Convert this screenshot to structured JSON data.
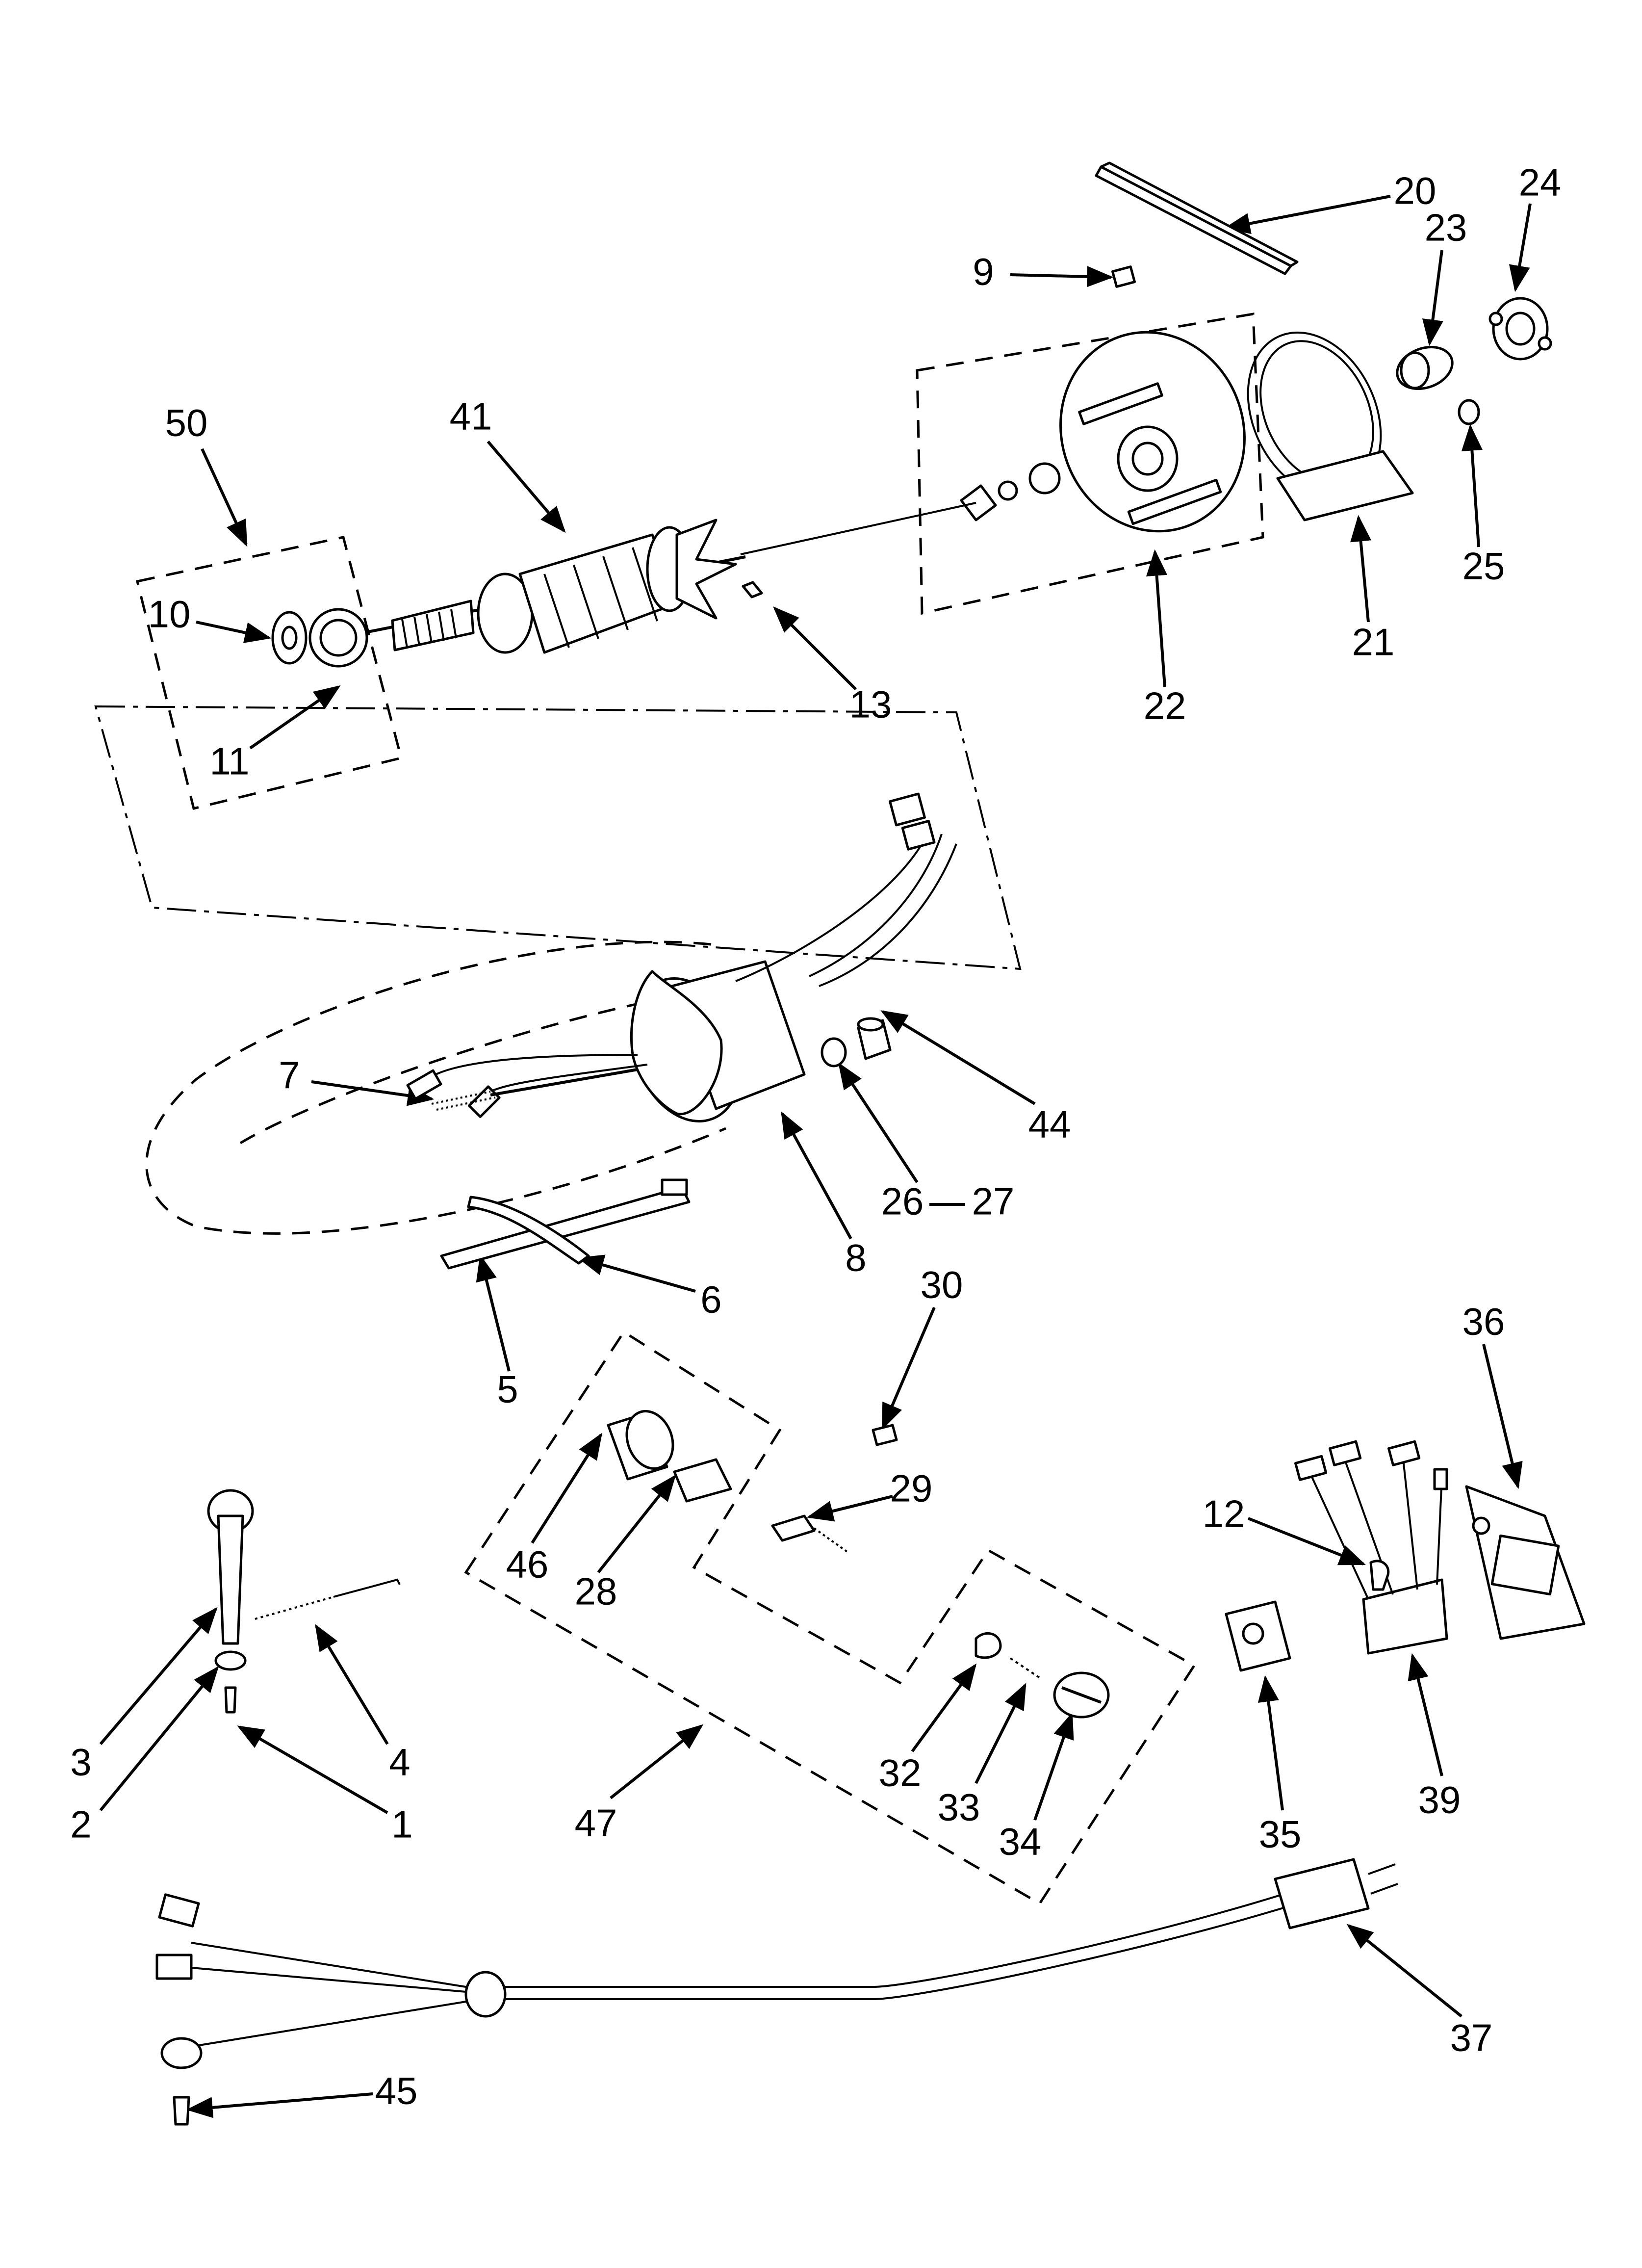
{
  "callouts": {
    "c1": "1",
    "c2": "2",
    "c3": "3",
    "c4": "4",
    "c5": "5",
    "c6": "6",
    "c7": "7",
    "c8": "8",
    "c9": "9",
    "c10": "10",
    "c11": "11",
    "c12": "12",
    "c13": "13",
    "c20": "20",
    "c21": "21",
    "c22": "22",
    "c23": "23",
    "c24": "24",
    "c25": "25",
    "c26_27": "26",
    "c26_27b": "27",
    "c28": "28",
    "c29": "29",
    "c30": "30",
    "c32": "32",
    "c33": "33",
    "c34": "34",
    "c35": "35",
    "c36": "36",
    "c37": "37",
    "c39": "39",
    "c41": "41",
    "c44": "44",
    "c45": "45",
    "c46": "46",
    "c47": "47",
    "c50": "50"
  },
  "colors": {
    "ink": "#000000",
    "paper": "#ffffff"
  }
}
